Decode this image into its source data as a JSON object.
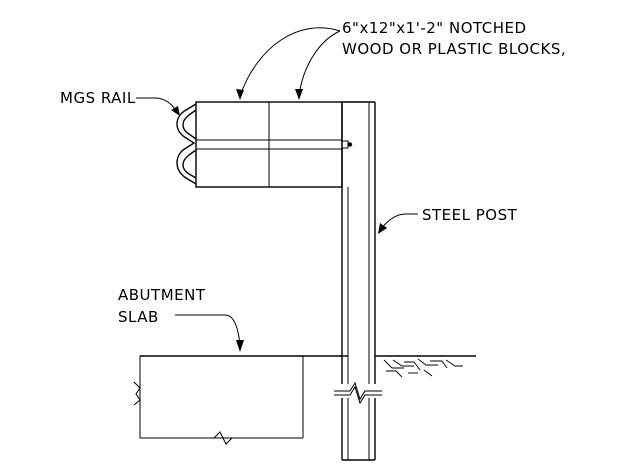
{
  "labels": {
    "blocks_line1": "6\"x12\"x1'-2\" NOTCHED",
    "blocks_line2": "WOOD OR PLASTIC BLOCKS,",
    "mgs_rail": "MGS RAIL",
    "steel_post": "STEEL POST",
    "abutment_line1": "ABUTMENT",
    "abutment_line2": "SLAB"
  },
  "colors": {
    "ink": "#000000",
    "background": "#ffffff"
  }
}
